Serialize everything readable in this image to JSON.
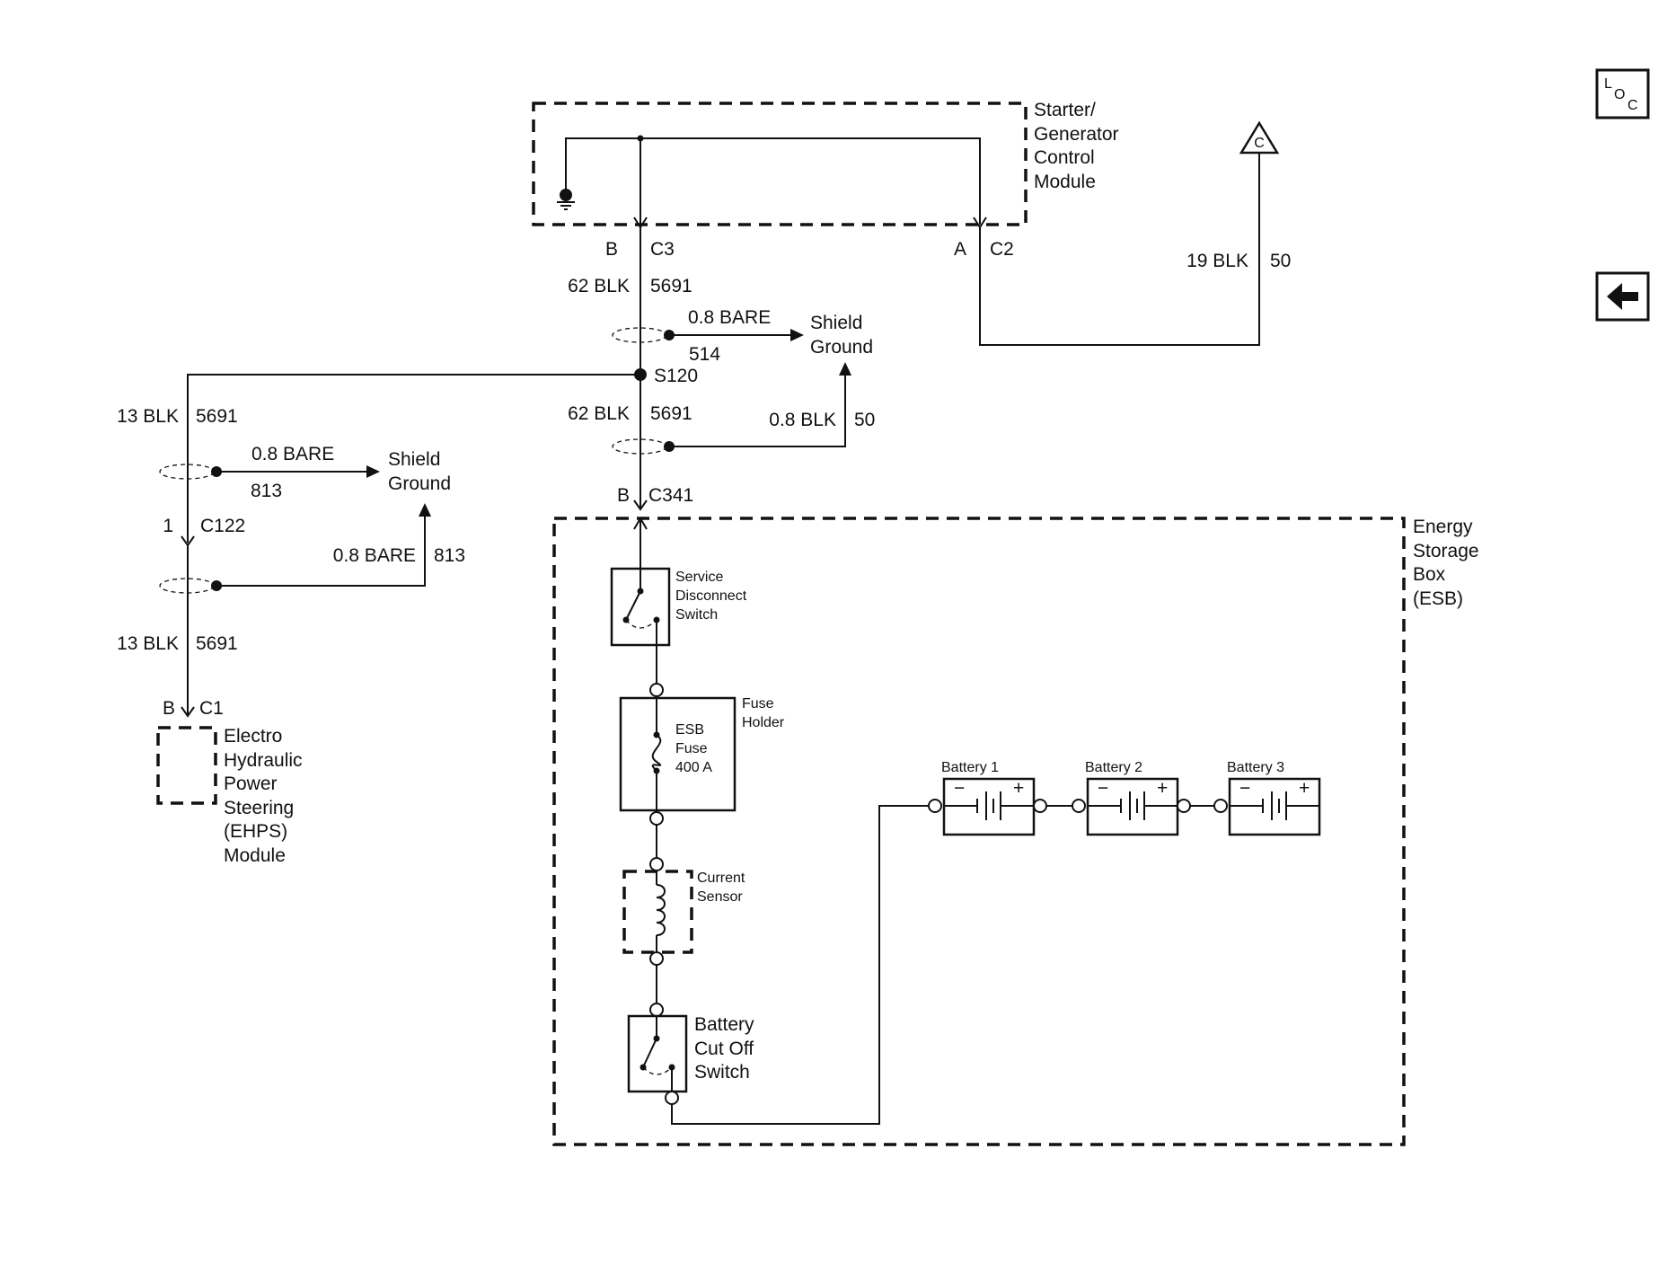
{
  "modules": {
    "sgcm": [
      "Starter/",
      "Generator",
      "Control",
      "Module"
    ],
    "esb": [
      "Energy",
      "Storage",
      "Box",
      "(ESB)"
    ],
    "ehps": [
      "Electro",
      "Hydraulic",
      "Power",
      "Steering",
      "(EHPS)",
      "Module"
    ]
  },
  "connectors": {
    "c3_pin": "B",
    "c3": "C3",
    "c2_pin": "A",
    "c2": "C2",
    "c341_pin": "B",
    "c341": "C341",
    "c122_pin": "1",
    "c122": "C122",
    "c1_pin": "B",
    "c1": "C1",
    "splice": "S120",
    "offpage": "C"
  },
  "wires": {
    "w1_size": "62 BLK",
    "w1_circuit": "5691",
    "w2_size": "62 BLK",
    "w2_circuit": "5691",
    "w3_size": "13 BLK",
    "w3_circuit": "5691",
    "w4_size": "13 BLK",
    "w4_circuit": "5691",
    "w5_size": "19 BLK",
    "w5_circuit": "50",
    "drain1_size": "0.8 BARE",
    "drain1_circuit": "514",
    "drain2_size": "0.8 BLK",
    "drain2_circuit": "50",
    "drain3_size": "0.8 BARE",
    "drain3_circuit": "813",
    "drain4_size": "0.8 BARE",
    "drain4_circuit": "813"
  },
  "shield_ground_1": [
    "Shield",
    "Ground"
  ],
  "shield_ground_2": [
    "Shield",
    "Ground"
  ],
  "components": {
    "service_switch": [
      "Service",
      "Disconnect",
      "Switch"
    ],
    "fuse_holder": [
      "Fuse",
      "Holder"
    ],
    "fuse": [
      "ESB",
      "Fuse",
      "400 A"
    ],
    "current_sensor": [
      "Current",
      "Sensor"
    ],
    "cutoff_switch": [
      "Battery",
      "Cut Off",
      "Switch"
    ],
    "battery1": "Battery 1",
    "battery2": "Battery 2",
    "battery3": "Battery 3",
    "minus": "−",
    "plus": "+"
  },
  "nav": {
    "loc_l": "L",
    "loc_o": "O",
    "loc_c": "C",
    "back_arrow": "🡐"
  }
}
